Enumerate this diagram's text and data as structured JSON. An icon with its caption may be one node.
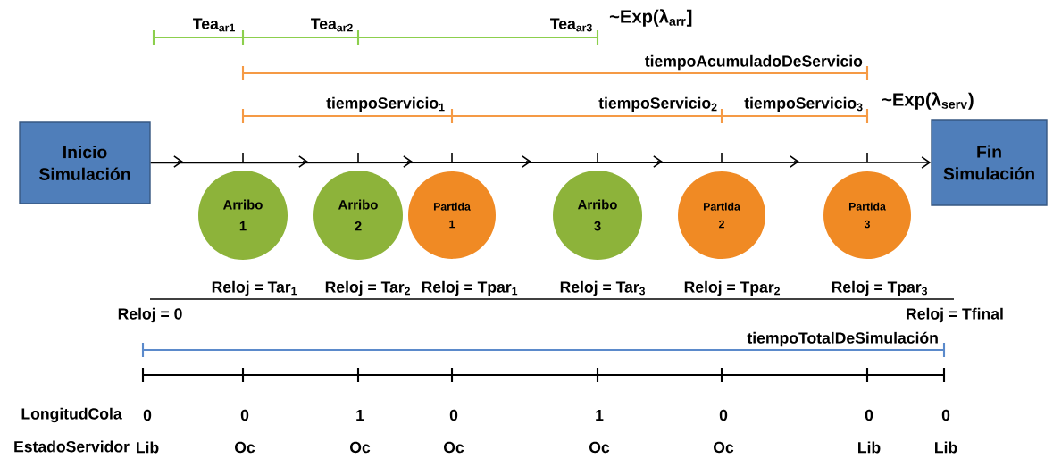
{
  "diagram": {
    "nodes": [
      {
        "text": [
          "Inicio Simulación"
        ]
      },
      {
        "text": [
          "Arribo 1"
        ]
      },
      {
        "text": [
          "Arribo 2"
        ]
      },
      {
        "text": [
          "Partida 1"
        ]
      },
      {
        "text": [
          "Arribo 3"
        ]
      },
      {
        "text": [
          "Partida 2"
        ]
      },
      {
        "text": [
          "Partida 3"
        ]
      },
      {
        "text": [
          "Fin Simulación"
        ]
      }
    ],
    "edges": [
      {
        "from": 0,
        "to": 7,
        "arrow": "to"
      }
    ],
    "labels": [
      "Tea$_{ar1}$",
      "Tea$_{ar2}$",
      "Tea$_{ar3}$",
      "~Exp(λ$_{arr}$]",
      "tiempoAcumuladoDeServicio",
      "tiempoServicio$_{1}$",
      "tiempoServicio$_{2}$",
      "tiempoServicio$_{3}$",
      "~Exp(λ$_{serv}$)",
      "Reloj = Tar$_{1}$",
      "Reloj = Tar$_{2}$",
      "Reloj = Tpar$_{1}$",
      "Reloj = Tar$_{3}$",
      "Reloj = Tpar$_{2}$",
      "Reloj = Tpar$_{3}$",
      "Reloj = 0",
      "Reloj = Tfinal",
      "tiempoTotalDeSimulación",
      "LongitudCola",
      "0",
      "0",
      "1",
      "0",
      "1",
      "0",
      "0",
      "0",
      "EstadoServidor",
      "Lib",
      "Oc",
      "Oc",
      "Oc",
      "Oc",
      "Oc",
      "Lib",
      "Lib"
    ]
  }
}
